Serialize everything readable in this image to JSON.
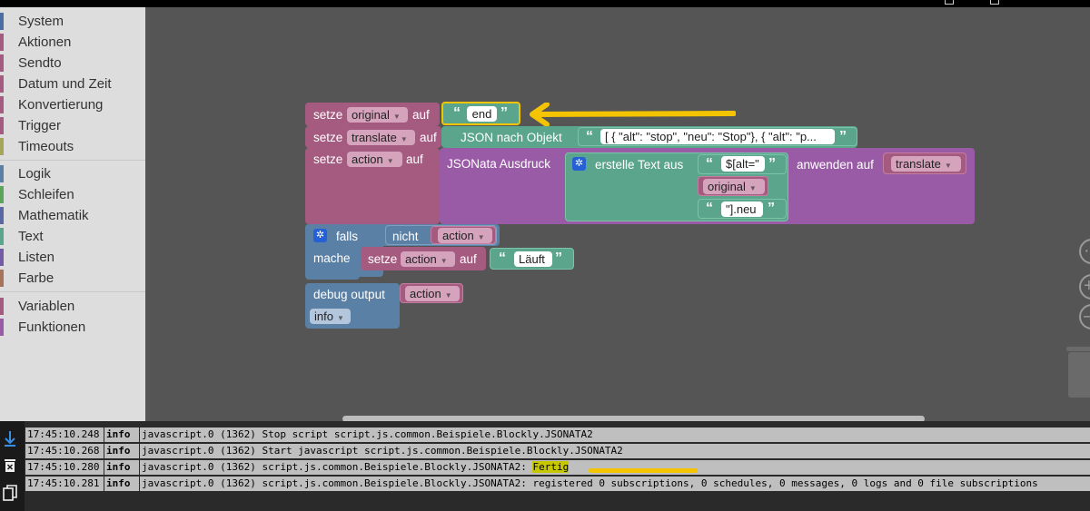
{
  "toolbox": {
    "categories": [
      {
        "label": "System",
        "color": "#4a6fa5"
      },
      {
        "label": "Aktionen",
        "color": "#a55b80"
      },
      {
        "label": "Sendto",
        "color": "#a55b80"
      },
      {
        "label": "Datum und Zeit",
        "color": "#a55b80"
      },
      {
        "label": "Konvertierung",
        "color": "#a55b80"
      },
      {
        "label": "Trigger",
        "color": "#a55b80"
      },
      {
        "label": "Timeouts",
        "color": "#a5a55b"
      },
      {
        "label": "Logik",
        "color": "#5b80a5"
      },
      {
        "label": "Schleifen",
        "color": "#5ba55b"
      },
      {
        "label": "Mathematik",
        "color": "#5b67a5"
      },
      {
        "label": "Text",
        "color": "#5ba58c"
      },
      {
        "label": "Listen",
        "color": "#745ba5"
      },
      {
        "label": "Farbe",
        "color": "#a5745b"
      },
      {
        "label": "Variablen",
        "color": "#a55b80"
      },
      {
        "label": "Funktionen",
        "color": "#995ba5"
      }
    ]
  },
  "blocks": {
    "row1": {
      "setze": "setze",
      "var": "original",
      "auf": "auf",
      "text": "end"
    },
    "row2": {
      "setze": "setze",
      "var": "translate",
      "auf": "auf",
      "func": "JSON nach Objekt",
      "text": "[ { \"alt\": \"stop\", \"neu\": \"Stop\"},  { \"alt\": \"p..."
    },
    "row3": {
      "setze": "setze",
      "var": "action",
      "auf": "auf",
      "jsonata": "JSONata Ausdruck",
      "join": "erstelle Text aus",
      "t1": "$[alt=\"",
      "var2": "original",
      "t2": "\"].neu",
      "apply": "anwenden auf",
      "var3": "translate"
    },
    "if": {
      "falls": "falls",
      "nicht": "nicht",
      "var": "action",
      "mache": "mache",
      "setze": "setze",
      "var2": "action",
      "auf": "auf",
      "text": "Läuft"
    },
    "debug": {
      "label": "debug output",
      "var": "action",
      "level": "info"
    }
  },
  "log": {
    "rows": [
      {
        "time": "17:45:10.248",
        "sev": "info",
        "msg": "javascript.0 (1362) Stop script script.js.common.Beispiele.Blockly.JSONATA2"
      },
      {
        "time": "17:45:10.268",
        "sev": "info",
        "msg": "javascript.0 (1362) Start javascript script.js.common.Beispiele.Blockly.JSONATA2"
      },
      {
        "time": "17:45:10.280",
        "sev": "info",
        "msg": "javascript.0 (1362) script.js.common.Beispiele.Blockly.JSONATA2:",
        "hl": "Fertig"
      },
      {
        "time": "17:45:10.281",
        "sev": "info",
        "msg": "javascript.0 (1362) script.js.common.Beispiele.Blockly.JSONATA2: registered 0 subscriptions, 0 schedules, 0 messages, 0 logs and 0 file subscriptions"
      }
    ]
  },
  "colors": {
    "variable": "#a55b80",
    "text": "#5ba58c",
    "logic": "#5b80a5",
    "jsonata": "#995ba5",
    "highlight": "#f5c400"
  },
  "icons": {
    "gear": "gear-icon",
    "log_down": "arrow-down-icon",
    "log_clear": "trash-icon",
    "log_copy": "copy-icon"
  },
  "quotes": {
    "open": "“",
    "close": "”"
  }
}
